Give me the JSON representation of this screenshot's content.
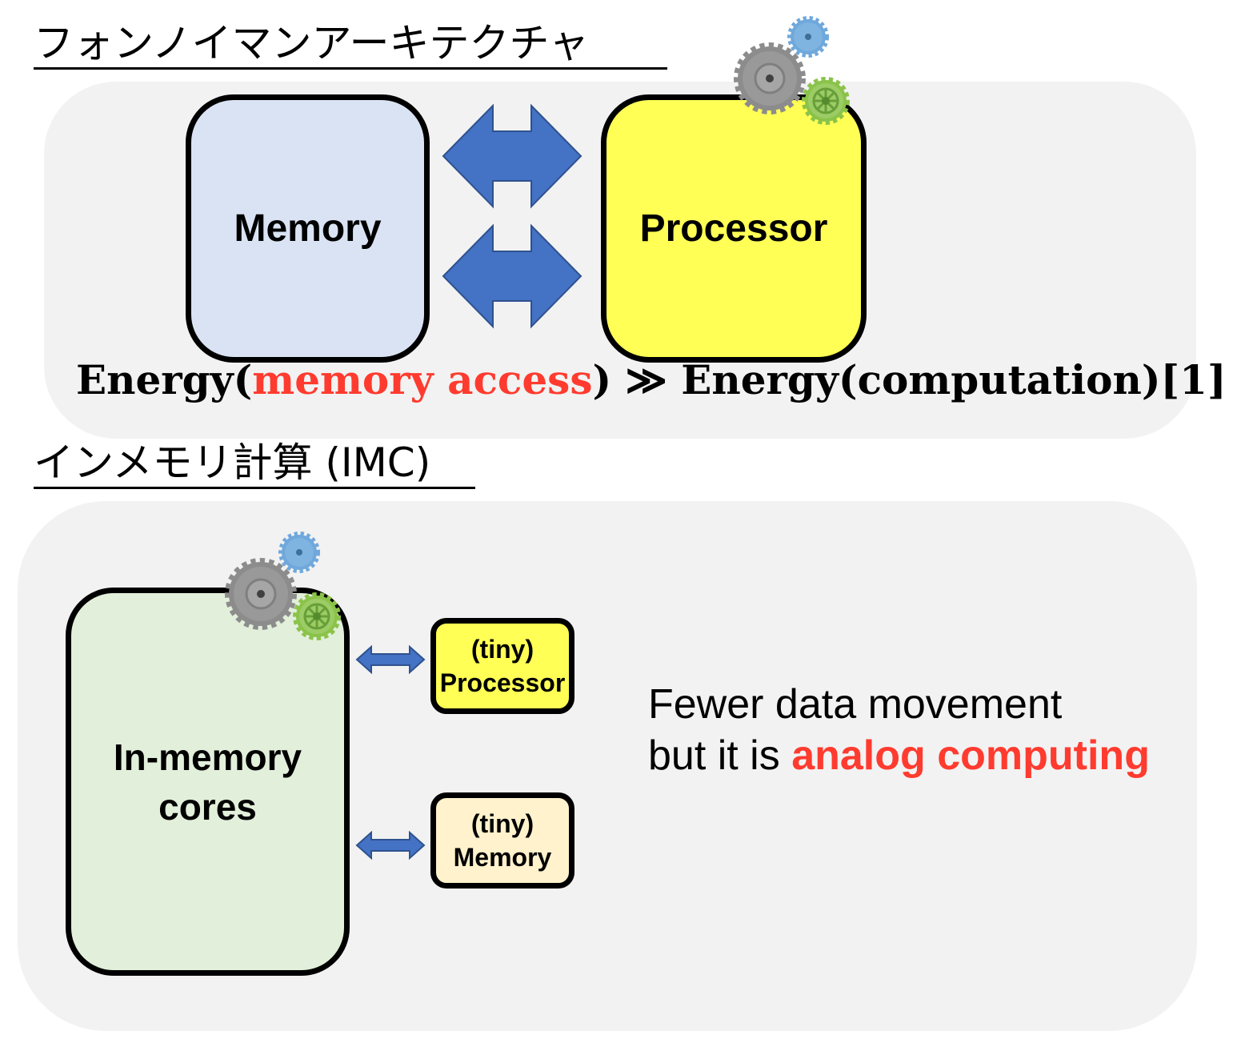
{
  "sections": {
    "von_neumann": {
      "title": "フォンノイマンアーキテクチャ",
      "memory_label": "Memory",
      "processor_label": "Processor",
      "equation": {
        "part1": "Energy(",
        "highlight": "memory access",
        "part2": ") ≫ Energy(computation)[1]"
      }
    },
    "imc": {
      "title": "インメモリ計算 (IMC)",
      "core_label_line1": "In-memory",
      "core_label_line2": "cores",
      "tiny_processor_line1": "(tiny)",
      "tiny_processor_line2": "Processor",
      "tiny_memory_line1": "(tiny)",
      "tiny_memory_line2": "Memory",
      "note_line1": "Fewer data movement",
      "note_line2_prefix": "but it is ",
      "note_line2_highlight": "analog computing"
    }
  },
  "colors": {
    "memory_fill": "#dae3f3",
    "processor_fill": "#ffff55",
    "imc_core_fill": "#e2efda",
    "tiny_memory_fill": "#fff2cc",
    "arrow_fill": "#4472c4",
    "highlight_red": "#ff3b2f",
    "gear_gray": "#8c8c8c",
    "gear_blue": "#6fa8dc",
    "gear_green": "#8bc34a"
  },
  "icons": [
    "gear-icon-gray",
    "gear-icon-blue",
    "gear-icon-green",
    "double-arrow-icon"
  ]
}
